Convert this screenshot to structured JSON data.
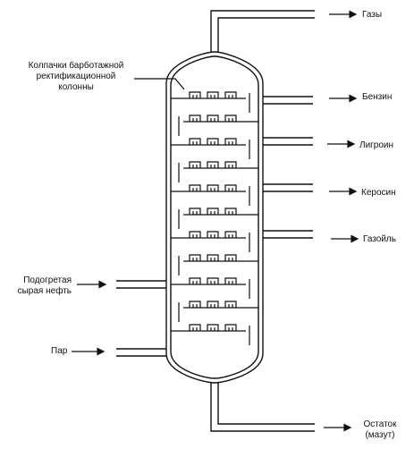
{
  "labels": {
    "caps": [
      "Колпачки барботажной",
      "ректификационной",
      "колонны"
    ],
    "gases": "Газы",
    "gasoline": "Бензин",
    "ligroin": "Лигроин",
    "kerosene": "Керосин",
    "gasoil": "Газойль",
    "crude_oil": [
      "Подогретая",
      "сырая нефть"
    ],
    "steam": "Пар",
    "residue": [
      "Остаток",
      "(мазут)"
    ]
  },
  "colors": {
    "line": "#111111",
    "background": "#ffffff"
  }
}
